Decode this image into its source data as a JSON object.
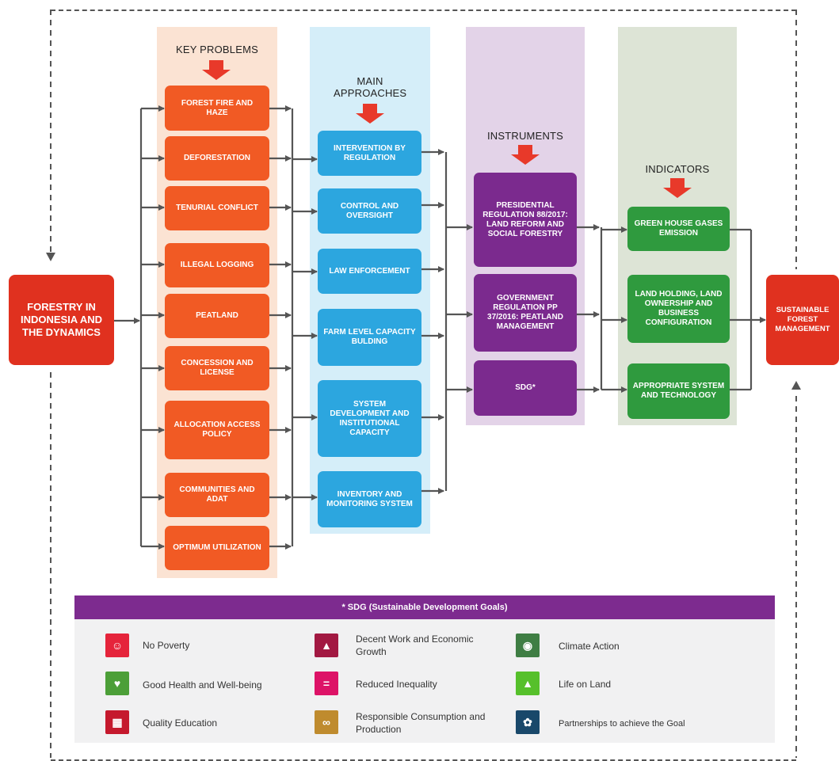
{
  "source": {
    "label": "FORESTRY IN INDONESIA AND THE DYNAMICS"
  },
  "target": {
    "label": "SUSTAINABLE FOREST MANAGEMENT"
  },
  "columns": {
    "problems": {
      "header": "KEY PROBLEMS",
      "items": [
        "FOREST FIRE AND HAZE",
        "DEFORESTATION",
        "TENURIAL CONFLICT",
        "ILLEGAL LOGGING",
        "PEATLAND",
        "CONCESSION AND LICENSE",
        "ALLOCATION ACCESS POLICY",
        "COMMUNITIES AND ADAT",
        "OPTIMUM UTILIZATION"
      ]
    },
    "approaches": {
      "header": "MAIN APPROACHES",
      "items": [
        "INTERVENTION BY REGULATION",
        "CONTROL AND OVERSIGHT",
        "LAW ENFORCEMENT",
        "FARM LEVEL CAPACITY BULDING",
        "SYSTEM DEVELOPMENT AND INSTITUTIONAL CAPACITY",
        "INVENTORY AND MONITORING SYSTEM"
      ]
    },
    "instruments": {
      "header": "INSTRUMENTS",
      "items": [
        "PRESIDENTIAL REGULATION 88/2017: LAND REFORM AND SOCIAL FORESTRY",
        "GOVERNMENT REGULATION PP 37/2016: PEATLAND MANAGEMENT",
        "SDG*"
      ]
    },
    "indicators": {
      "header": "INDICATORS",
      "items": [
        "GREEN HOUSE GASES EMISSION",
        "LAND HOLDING, LAND OWNERSHIP AND BUSINESS CONFIGURATION",
        "APPROPRIATE SYSTEM AND TECHNOLOGY"
      ]
    }
  },
  "sdg": {
    "title": "* SDG (Sustainable Development Goals)",
    "goals": [
      {
        "label": "No Poverty",
        "color": "#e5243b",
        "icon": "family-icon"
      },
      {
        "label": "Decent Work and Economic Growth",
        "color": "#a21942",
        "icon": "growth-chart-icon"
      },
      {
        "label": "Climate Action",
        "color": "#3f7e44",
        "icon": "eye-earth-icon"
      },
      {
        "label": "Good Health and Well-being",
        "color": "#4c9f38",
        "icon": "heartbeat-icon"
      },
      {
        "label": "Reduced Inequality",
        "color": "#dd1367",
        "icon": "equality-icon"
      },
      {
        "label": "Life on Land",
        "color": "#56c02b",
        "icon": "tree-icon"
      },
      {
        "label": "Quality Education",
        "color": "#c5192d",
        "icon": "book-icon"
      },
      {
        "label": "Responsible Consumption and Production",
        "color": "#bf8b2e",
        "icon": "infinity-icon"
      },
      {
        "label": "Partnerships to achieve the Goal",
        "color": "#19486a",
        "icon": "partnership-icon"
      }
    ]
  },
  "colors": {
    "problems": "#f15a24",
    "approaches": "#2ca6df",
    "instruments": "#7b2a8e",
    "indicators": "#2f9a3e",
    "endpoints": "#e0311f",
    "arrow": "#e8392a"
  }
}
